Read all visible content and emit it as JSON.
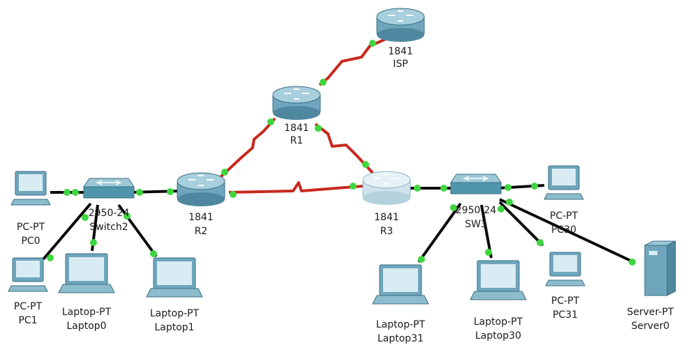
{
  "devices": [
    {
      "id": "ISP",
      "kind": "router",
      "model": "1841",
      "name": "ISP",
      "color": "#6fa6bd"
    },
    {
      "id": "R1",
      "kind": "router",
      "model": "1841",
      "name": "R1",
      "color": "#6fa6bd"
    },
    {
      "id": "R2",
      "kind": "router",
      "model": "1841",
      "name": "R2",
      "color": "#6fa6bd"
    },
    {
      "id": "R3",
      "kind": "router",
      "model": "1841",
      "name": "R3",
      "color": "#cfe3ec"
    },
    {
      "id": "Switch2",
      "kind": "switch",
      "model": "2950-24",
      "name": "Switch2",
      "color": "#4f96ad"
    },
    {
      "id": "SW3",
      "kind": "switch",
      "model": "2950-24",
      "name": "SW3",
      "color": "#4f96ad"
    },
    {
      "id": "PC0",
      "kind": "pc",
      "model": "PC-PT",
      "name": "PC0"
    },
    {
      "id": "PC1",
      "kind": "pc",
      "model": "PC-PT",
      "name": "PC1"
    },
    {
      "id": "PC30",
      "kind": "pc",
      "model": "PC-PT",
      "name": "PC30"
    },
    {
      "id": "PC31",
      "kind": "pc",
      "model": "PC-PT",
      "name": "PC31"
    },
    {
      "id": "Laptop0",
      "kind": "laptop",
      "model": "Laptop-PT",
      "name": "Laptop0"
    },
    {
      "id": "Laptop1",
      "kind": "laptop",
      "model": "Laptop-PT",
      "name": "Laptop1"
    },
    {
      "id": "Laptop31",
      "kind": "laptop",
      "model": "Laptop-PT",
      "name": "Laptop31"
    },
    {
      "id": "Laptop30",
      "kind": "laptop",
      "model": "Laptop-PT",
      "name": "Laptop30"
    },
    {
      "id": "Server0",
      "kind": "server",
      "model": "Server-PT",
      "name": "Server0"
    }
  ],
  "links": [
    {
      "from": "ISP",
      "to": "R1",
      "type": "serial"
    },
    {
      "from": "R1",
      "to": "R2",
      "type": "serial"
    },
    {
      "from": "R1",
      "to": "R3",
      "type": "serial"
    },
    {
      "from": "R2",
      "to": "R3",
      "type": "serial"
    },
    {
      "from": "PC0",
      "to": "Switch2",
      "type": "ethernet"
    },
    {
      "from": "Switch2",
      "to": "R2",
      "type": "ethernet"
    },
    {
      "from": "Switch2",
      "to": "PC1",
      "type": "ethernet"
    },
    {
      "from": "Switch2",
      "to": "Laptop0",
      "type": "ethernet"
    },
    {
      "from": "Switch2",
      "to": "Laptop1",
      "type": "ethernet"
    },
    {
      "from": "R3",
      "to": "SW3",
      "type": "ethernet"
    },
    {
      "from": "SW3",
      "to": "PC30",
      "type": "ethernet"
    },
    {
      "from": "SW3",
      "to": "Laptop31",
      "type": "ethernet"
    },
    {
      "from": "SW3",
      "to": "Laptop30",
      "type": "ethernet"
    },
    {
      "from": "SW3",
      "to": "PC31",
      "type": "ethernet"
    },
    {
      "from": "SW3",
      "to": "Server0",
      "type": "ethernet"
    }
  ],
  "colors": {
    "serial": "#c8281e",
    "ethernet": "#0a0a0a",
    "port": "#3ed63e"
  }
}
